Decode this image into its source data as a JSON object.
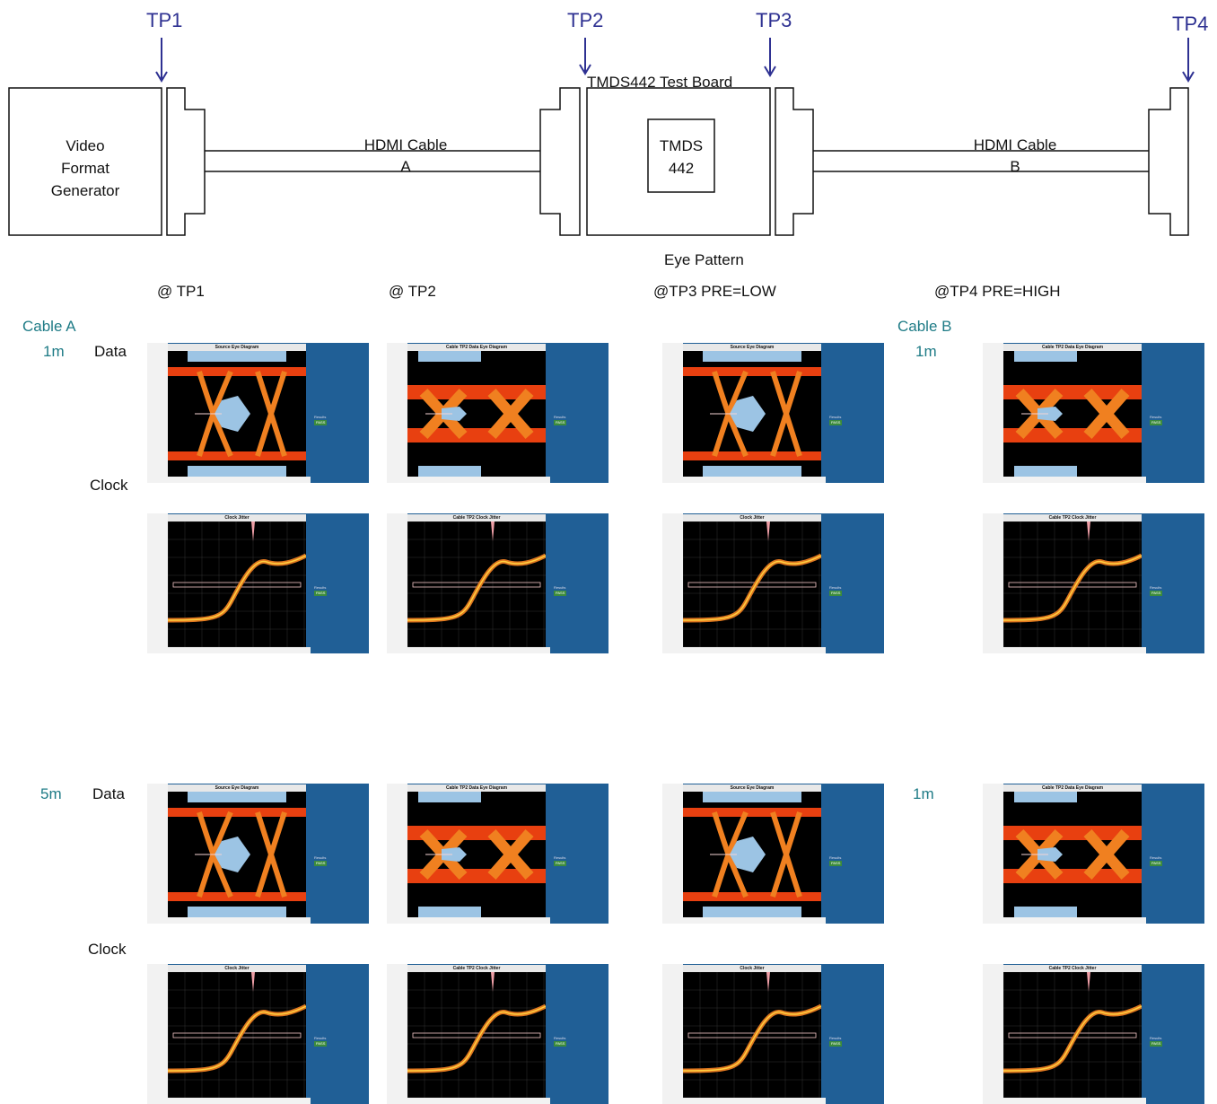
{
  "test_points": {
    "tp1": "TP1",
    "tp2": "TP2",
    "tp3": "TP3",
    "tp4": "TP4"
  },
  "blocks": {
    "generator": [
      "Video",
      "Format",
      "Generator"
    ],
    "test_board": "TMDS442 Test Board",
    "chip": [
      "TMDS",
      "442"
    ],
    "cable_a": [
      "HDMI Cable",
      "A"
    ],
    "cable_b": [
      "HDMI Cable",
      "B"
    ]
  },
  "section_title": "Eye Pattern",
  "columns": [
    "@ TP1",
    "@ TP2",
    "@TP3  PRE=LOW",
    "@TP4  PRE=HIGH"
  ],
  "cables": {
    "a": "Cable A",
    "b": "Cable B"
  },
  "rows": {
    "r1_length_a": "1m",
    "r1_length_b": "1m",
    "r2_length_a": "5m",
    "r2_length_b": "1m",
    "data": "Data",
    "clock": "Clock"
  },
  "scope_titles": {
    "source_eye": "Source Eye Diagram",
    "tp2_eye": "Cable TP2 Data Eye Diagram",
    "clock_jitter": "Clock Jitter",
    "tp2_clock": "Cable TP2 Clock Jitter"
  },
  "result_label": "Results",
  "pass_label": "PASS",
  "colors": {
    "arrow": "#2e3192",
    "teal": "#1e7b86",
    "panel": "#205f96"
  }
}
